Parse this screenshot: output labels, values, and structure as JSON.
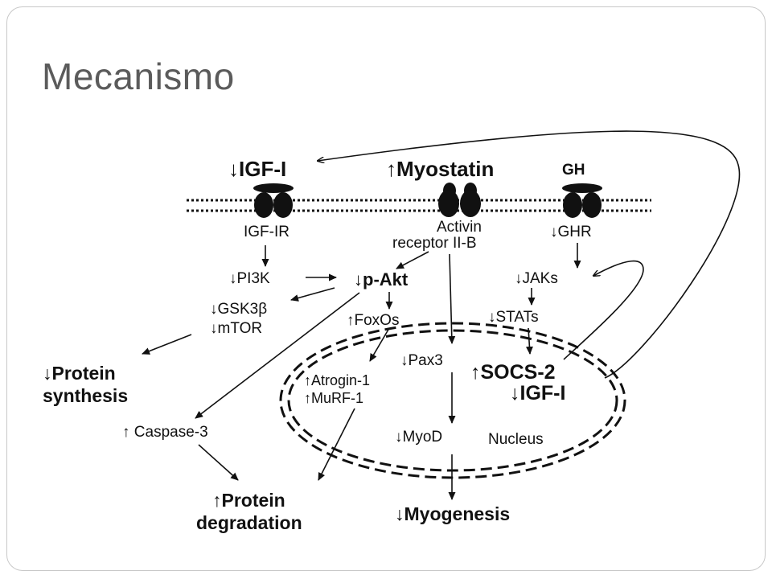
{
  "slide": {
    "title": "Mecanismo"
  },
  "diagram": {
    "labels": {
      "igf1_top": "↓IGF-I",
      "myostatin": "↑Myostatin",
      "gh": "GH",
      "igf_ir": "IGF-IR",
      "activin_1": "Activin",
      "activin_2": "receptor II-B",
      "ghr": "↓GHR",
      "pi3k": "↓PI3K",
      "pakt": "↓p-Akt",
      "jaks": "↓JAKs",
      "gsk3b": "↓GSK3β",
      "mtor": "↓mTOR",
      "foxos": "↑FoxOs",
      "stats": "↓STATs",
      "pax3": "↓Pax3",
      "socs2": "↑SOCS-2",
      "igf1_nuc": "↓IGF-I",
      "protein_synth_1": "↓Protein",
      "protein_synth_2": "synthesis",
      "atrogin": "↑Atrogin-1",
      "murf": "↑MuRF-1",
      "caspase": "↑ Caspase-3",
      "myod": "↓MyoD",
      "nucleus": "Nucleus",
      "protein_deg_1": "↑Protein",
      "protein_deg_2": "degradation",
      "myogenesis": "↓Myogenesis"
    }
  }
}
